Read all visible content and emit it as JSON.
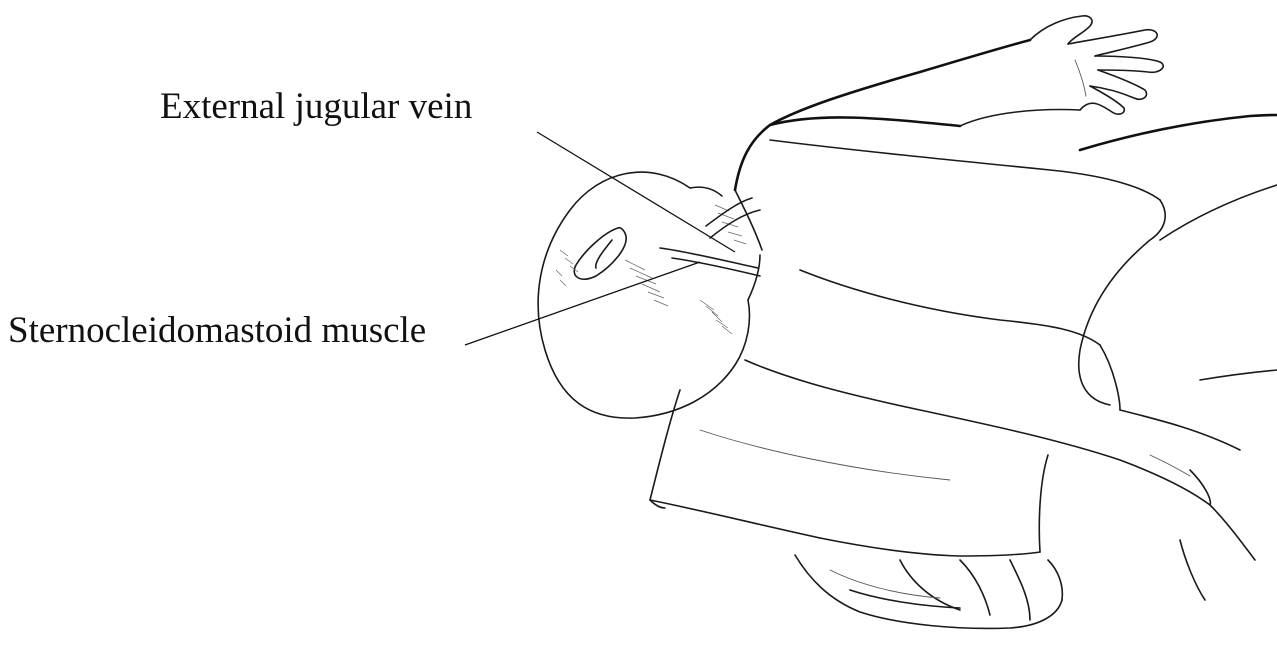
{
  "labels": {
    "external_jugular_vein": "External jugular vein",
    "sternocleidomastoid_muscle": "Sternocleidomastoid muscle"
  },
  "figure": {
    "subject": "patient-supine-head-turned",
    "line_color": "#1a1a1a",
    "background": "#ffffff"
  }
}
